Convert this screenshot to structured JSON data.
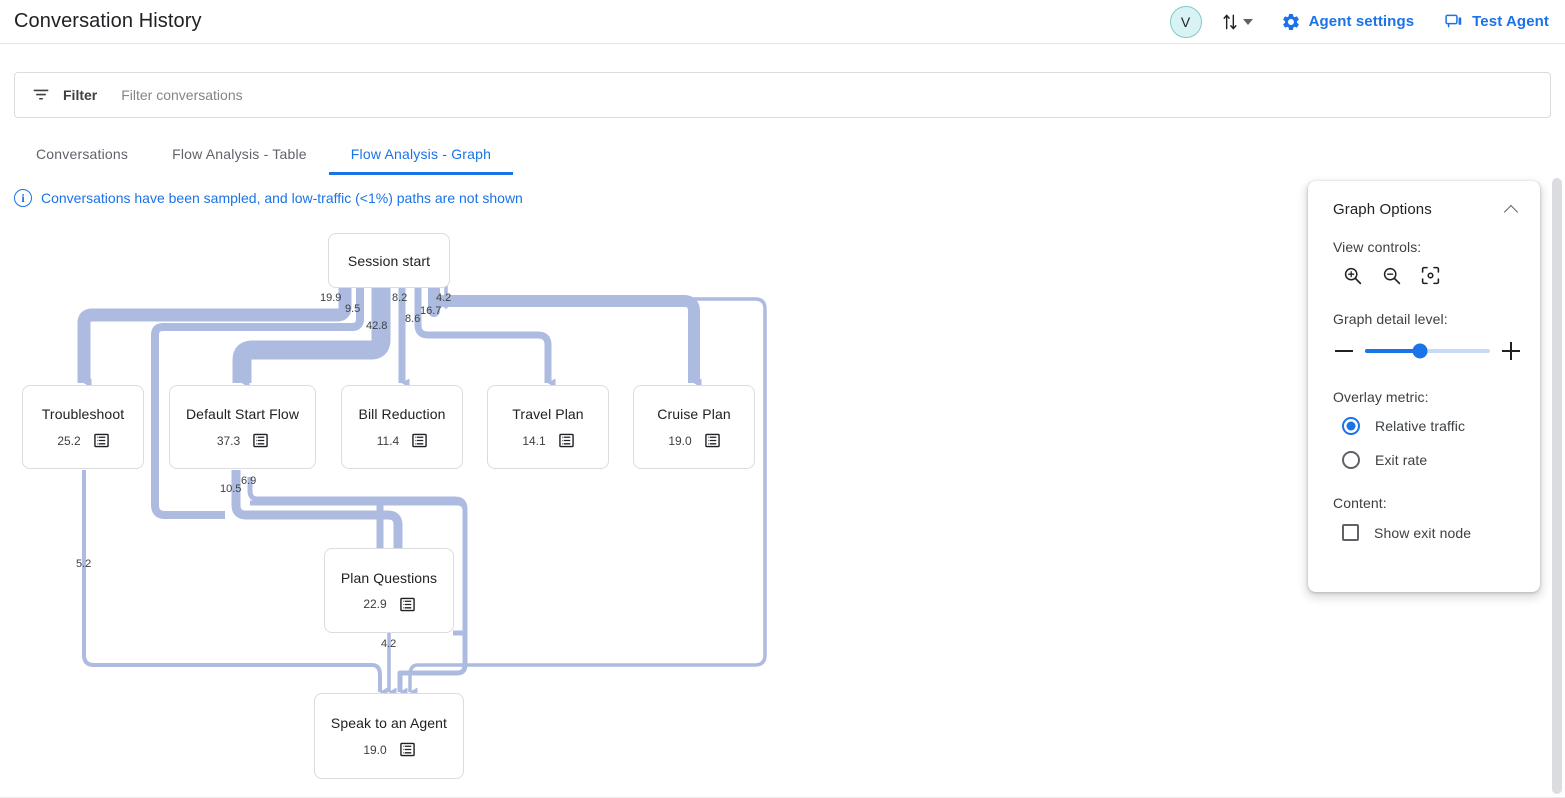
{
  "header": {
    "title": "Conversation History",
    "avatar_initial": "V",
    "sort_icon": "sort-arrows-icon",
    "caret_icon": "chevron-down-icon",
    "actions": [
      {
        "label": "Agent settings",
        "icon": "gear-icon"
      },
      {
        "label": "Test Agent",
        "icon": "chat-bubble-icon"
      }
    ]
  },
  "filter": {
    "icon": "filter-icon",
    "label": "Filter",
    "placeholder": "Filter conversations",
    "value": ""
  },
  "tabs": [
    {
      "label": "Conversations",
      "active": false
    },
    {
      "label": "Flow Analysis - Table",
      "active": false
    },
    {
      "label": "Flow Analysis - Graph",
      "active": true
    }
  ],
  "banner": {
    "icon": "info-icon",
    "text": "Conversations have been sampled, and low-traffic (<1%) paths are not shown"
  },
  "graph": {
    "node_icon": "table-details-icon",
    "nodes": [
      {
        "id": "session_start",
        "label": "Session start",
        "value": ""
      },
      {
        "id": "troubleshoot",
        "label": "Troubleshoot",
        "value": "25.2"
      },
      {
        "id": "default_start_flow",
        "label": "Default Start Flow",
        "value": "37.3"
      },
      {
        "id": "bill_reduction",
        "label": "Bill Reduction",
        "value": "11.4"
      },
      {
        "id": "travel_plan",
        "label": "Travel Plan",
        "value": "14.1"
      },
      {
        "id": "cruise_plan",
        "label": "Cruise Plan",
        "value": "19.0"
      },
      {
        "id": "plan_questions",
        "label": "Plan Questions",
        "value": "22.9"
      },
      {
        "id": "speak_to_an_agent",
        "label": "Speak to an Agent",
        "value": "19.0"
      }
    ],
    "edge_labels": [
      {
        "id": "e1",
        "text": "19.9"
      },
      {
        "id": "e2",
        "text": "9.5"
      },
      {
        "id": "e3",
        "text": "42.8"
      },
      {
        "id": "e4",
        "text": "8.2"
      },
      {
        "id": "e5",
        "text": "8.6"
      },
      {
        "id": "e6",
        "text": "16.7"
      },
      {
        "id": "e7",
        "text": "4.2"
      },
      {
        "id": "e8",
        "text": "10.5"
      },
      {
        "id": "e9",
        "text": "6.9"
      },
      {
        "id": "e10",
        "text": "5.2"
      },
      {
        "id": "e11",
        "text": "4.2"
      }
    ]
  },
  "options": {
    "title": "Graph Options",
    "collapse_icon": "chevron-up-icon",
    "view_controls_label": "View controls:",
    "view_controls": [
      {
        "name": "zoom-in-icon"
      },
      {
        "name": "zoom-out-icon"
      },
      {
        "name": "fit-to-screen-icon"
      }
    ],
    "detail_level_label": "Graph detail level:",
    "detail_level_value": "44",
    "overlay_metric_label": "Overlay metric:",
    "overlay_options": [
      {
        "label": "Relative traffic",
        "selected": true
      },
      {
        "label": "Exit rate",
        "selected": false
      }
    ],
    "content_label": "Content:",
    "show_exit_node": {
      "label": "Show exit node",
      "checked": false
    }
  },
  "colors": {
    "accent": "#1a73e8",
    "edge": "#aebbe0",
    "text": "#202124",
    "muted": "#5f6368"
  },
  "chart_data": {
    "type": "diagram",
    "title": "Flow Analysis - Graph",
    "nodes": [
      {
        "name": "Session start",
        "traffic": null
      },
      {
        "name": "Troubleshoot",
        "traffic": 25.2
      },
      {
        "name": "Default Start Flow",
        "traffic": 37.3
      },
      {
        "name": "Bill Reduction",
        "traffic": 11.4
      },
      {
        "name": "Travel Plan",
        "traffic": 14.1
      },
      {
        "name": "Cruise Plan",
        "traffic": 19.0
      },
      {
        "name": "Plan Questions",
        "traffic": 22.9
      },
      {
        "name": "Speak to an Agent",
        "traffic": 19.0
      }
    ],
    "edges": [
      {
        "from": "Session start",
        "to": "Troubleshoot",
        "value": 19.9
      },
      {
        "from": "Session start",
        "to": "Default Start Flow",
        "value": 9.5
      },
      {
        "from": "Session start",
        "to": "Default Start Flow",
        "value": 42.8
      },
      {
        "from": "Session start",
        "to": "Bill Reduction",
        "value": 8.2
      },
      {
        "from": "Session start",
        "to": "Travel Plan",
        "value": 8.6
      },
      {
        "from": "Session start",
        "to": "Cruise Plan",
        "value": 16.7
      },
      {
        "from": "Session start",
        "to": "Speak to an Agent",
        "value": 4.2
      },
      {
        "from": "Default Start Flow",
        "to": "Plan Questions",
        "value": 10.5
      },
      {
        "from": "Default Start Flow",
        "to": "Plan Questions",
        "value": 6.9
      },
      {
        "from": "Troubleshoot",
        "to": "Speak to an Agent",
        "value": 5.2
      },
      {
        "from": "Plan Questions",
        "to": "Speak to an Agent",
        "value": 4.2
      }
    ],
    "overlay_metric": "Relative traffic"
  }
}
